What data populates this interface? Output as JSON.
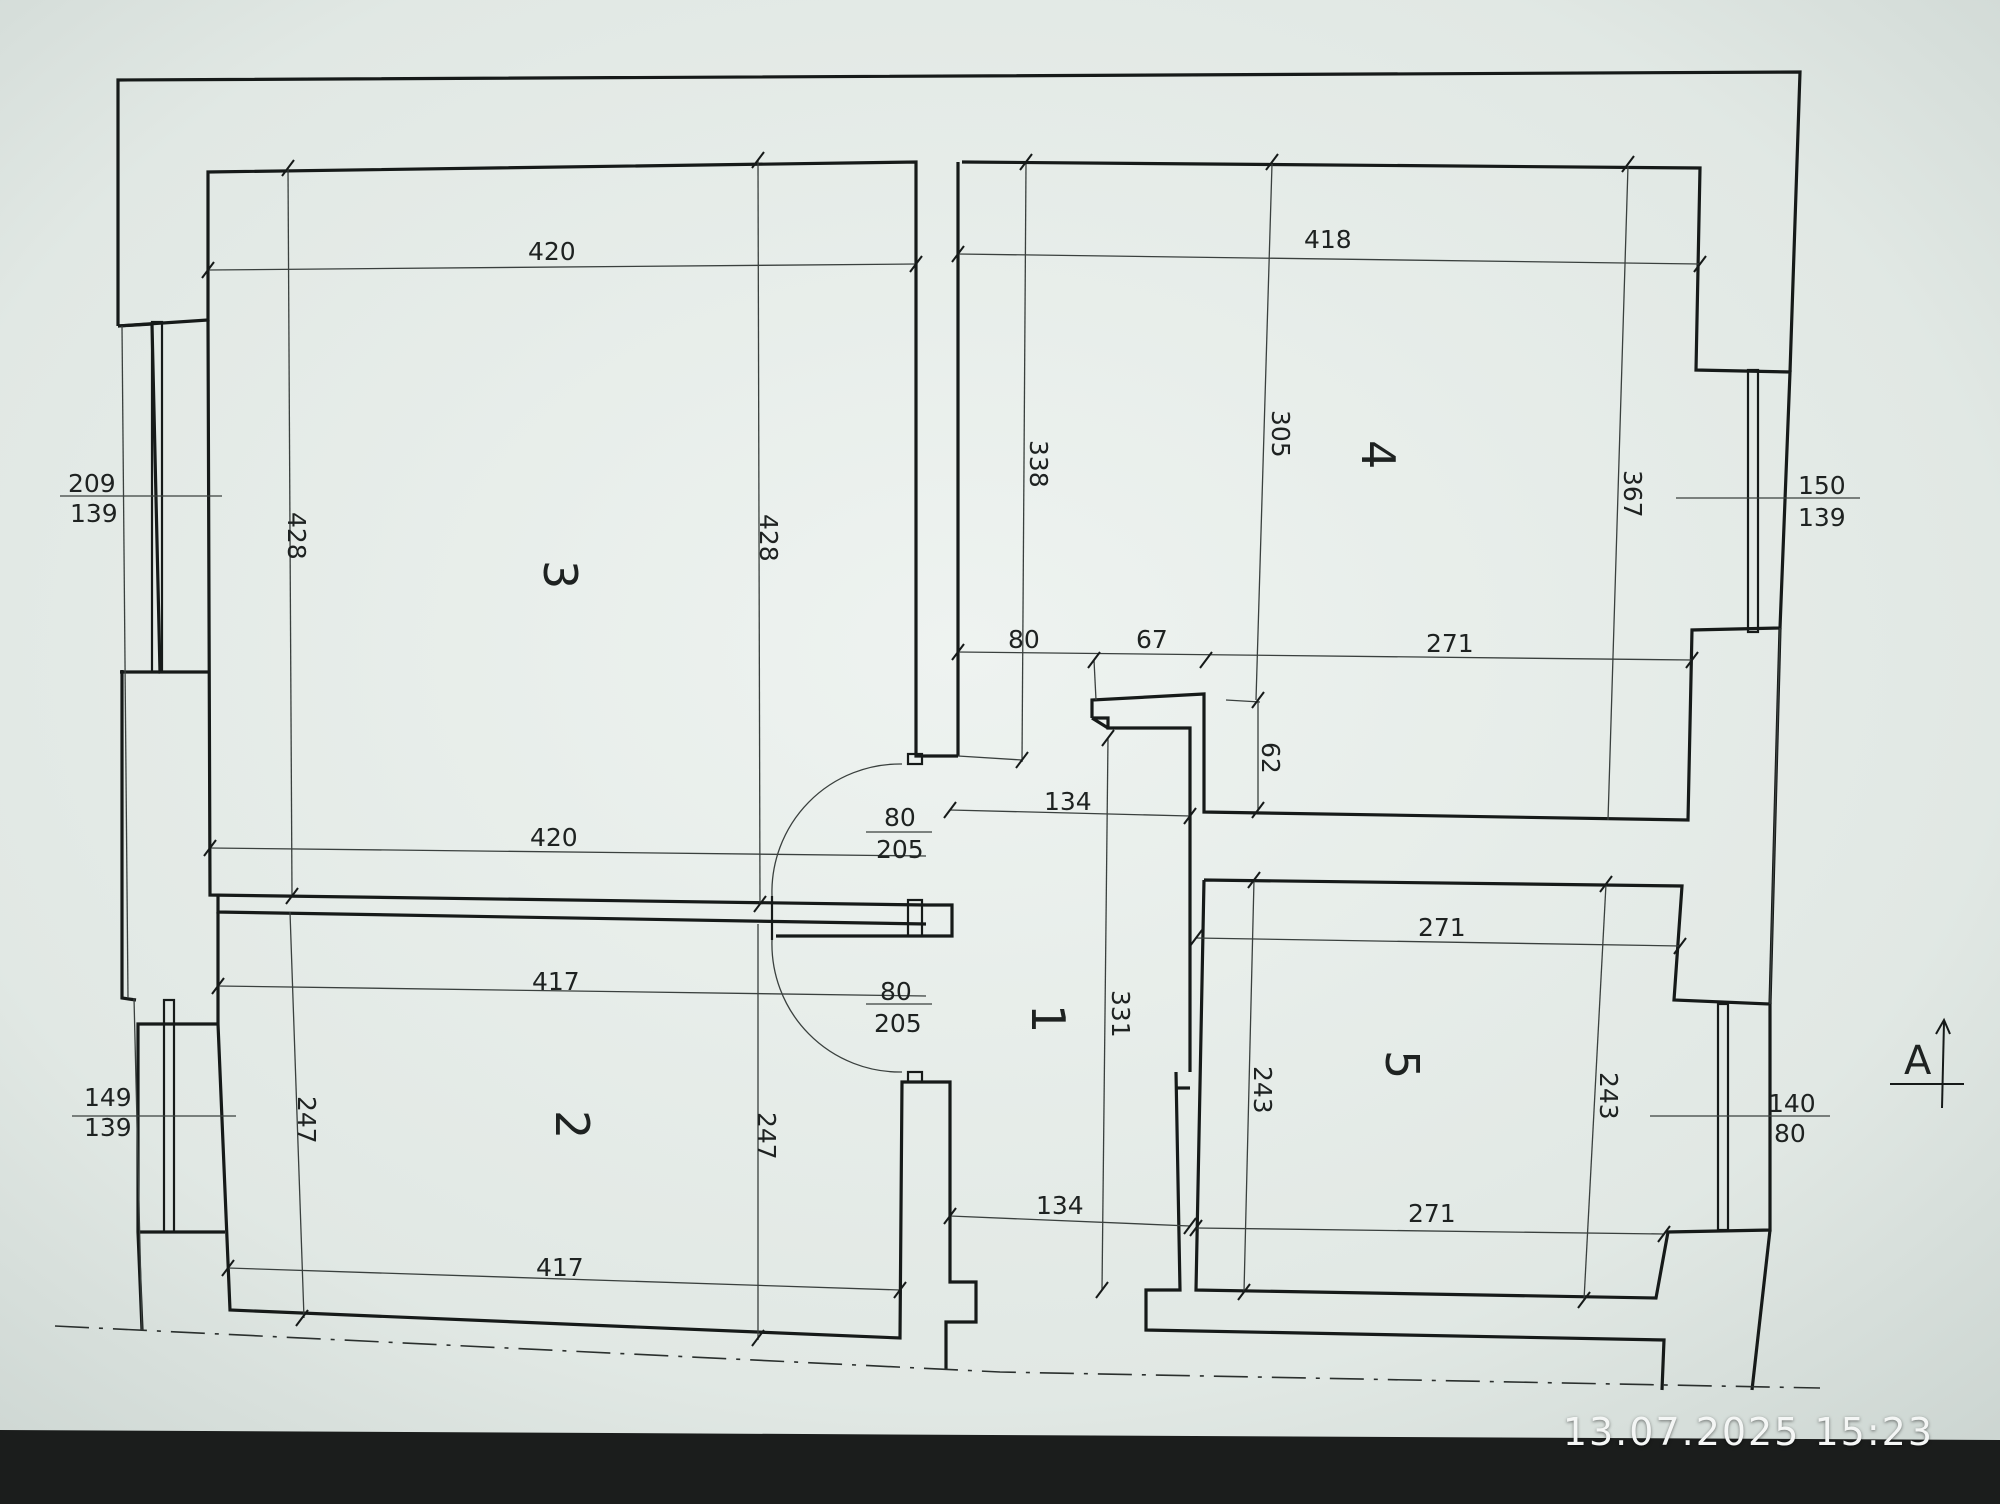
{
  "rooms": {
    "r1": "1",
    "r2": "2",
    "r3": "3",
    "r4": "4",
    "r5": "5"
  },
  "section_mark": "A",
  "dimensions": {
    "room3_top": "420",
    "room3_bottom": "420",
    "room3_left": "428",
    "room3_right": "428",
    "room2_top": "417",
    "room2_bottom": "417",
    "room2_left": "247",
    "room2_right": "247",
    "room4_top": "418",
    "room4_h1": "338",
    "room4_h2": "305",
    "room4_h3": "367",
    "room4_w1": "80",
    "room4_w2": "67",
    "room4_w3": "271",
    "room4_step": "62",
    "room5_top": "271",
    "room5_bottom": "271",
    "room5_left": "243",
    "room5_right": "243",
    "hall_top": "134",
    "hall_bottom": "134",
    "hall_height": "331",
    "door_upper_w": "80",
    "door_upper_h": "205",
    "door_lower_w": "80",
    "door_lower_h": "205",
    "win_left_upper_w": "209",
    "win_left_upper_h": "139",
    "win_left_lower_w": "149",
    "win_left_lower_h": "139",
    "win_right_upper_w": "150",
    "win_right_upper_h": "139",
    "win_right_lower_w": "140",
    "win_right_lower_h": "80"
  },
  "timestamp": "13.07.2025 15:23",
  "colors": {
    "paper": "#e6ece9",
    "wall": "#161a19"
  }
}
